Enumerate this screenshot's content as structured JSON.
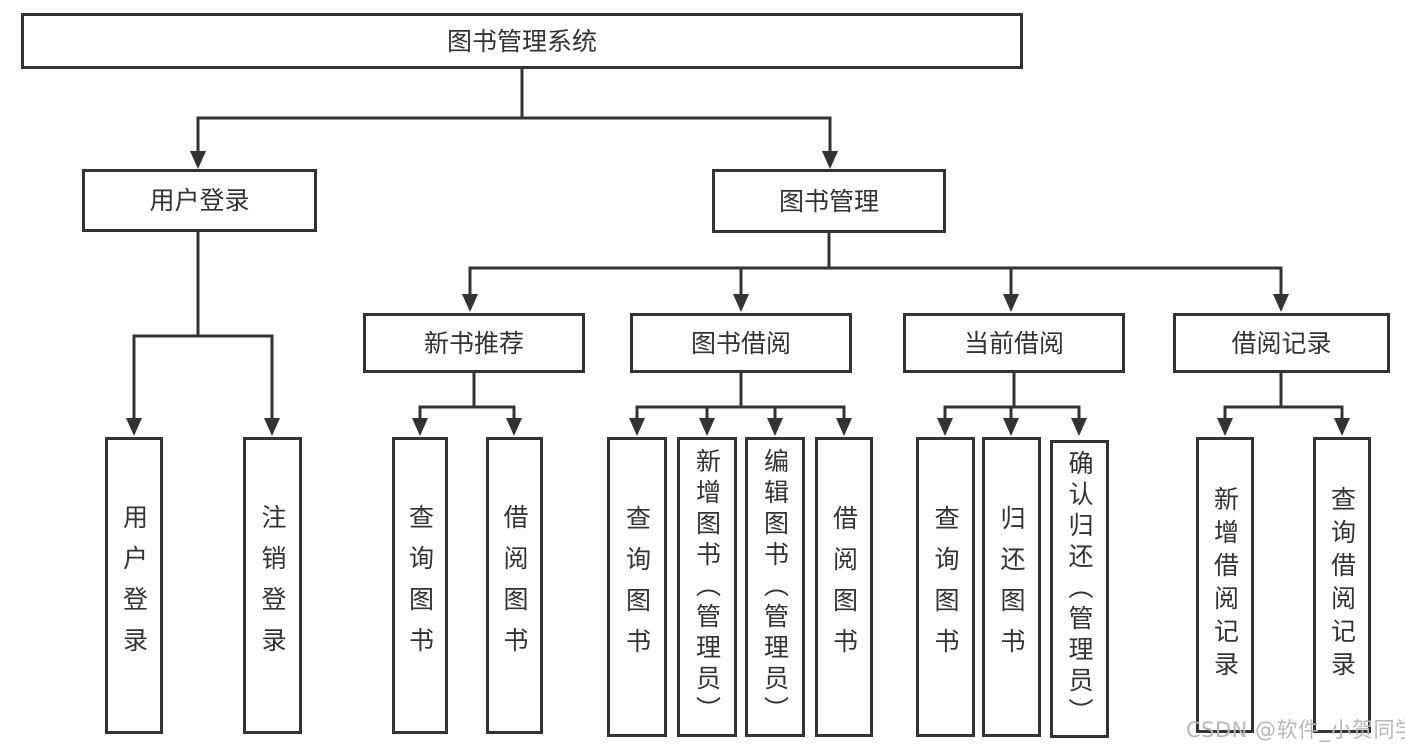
{
  "tree": {
    "root": {
      "label": "图书管理系统"
    },
    "level2": [
      {
        "label": "用户登录",
        "children": [
          "用户登录",
          "注销登录"
        ]
      },
      {
        "label": "图书管理"
      }
    ],
    "level3": [
      {
        "label": "新书推荐",
        "children": [
          "查询图书",
          "借阅图书"
        ]
      },
      {
        "label": "图书借阅",
        "children": [
          "查询图书",
          "新增图书（管理员）",
          "编辑图书（管理员）",
          "借阅图书"
        ]
      },
      {
        "label": "当前借阅",
        "children": [
          "查询图书",
          "归还图书",
          "确认归还（管理员）"
        ]
      },
      {
        "label": "借阅记录",
        "children": [
          "新增借阅记录",
          "查询借阅记录"
        ]
      }
    ]
  },
  "watermark": {
    "text": "CSDN @软件_小贺同学"
  },
  "colors": {
    "line": "#333333",
    "box_background": "#ffffff",
    "watermark_gray": "#b7b7b7"
  }
}
